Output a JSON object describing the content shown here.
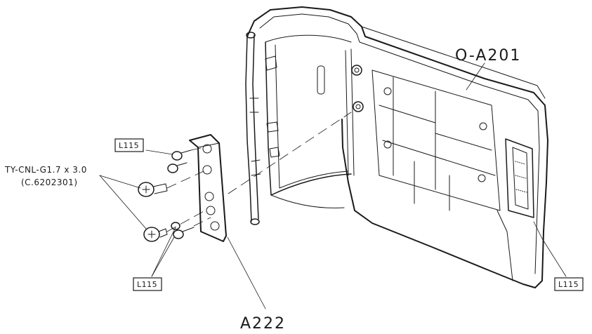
{
  "labels": {
    "main_cover": "O-A201",
    "end_plate": "A222",
    "screw_spec_line1": "TY-CNL-G1.7 x 3.0",
    "screw_spec_line2": "(C.6202301)",
    "part_l115_top": "L115",
    "part_l115_bottom_left": "L115",
    "part_l115_right": "L115"
  },
  "colors": {
    "ink": "#1a1a1a",
    "paper": "#ffffff"
  }
}
